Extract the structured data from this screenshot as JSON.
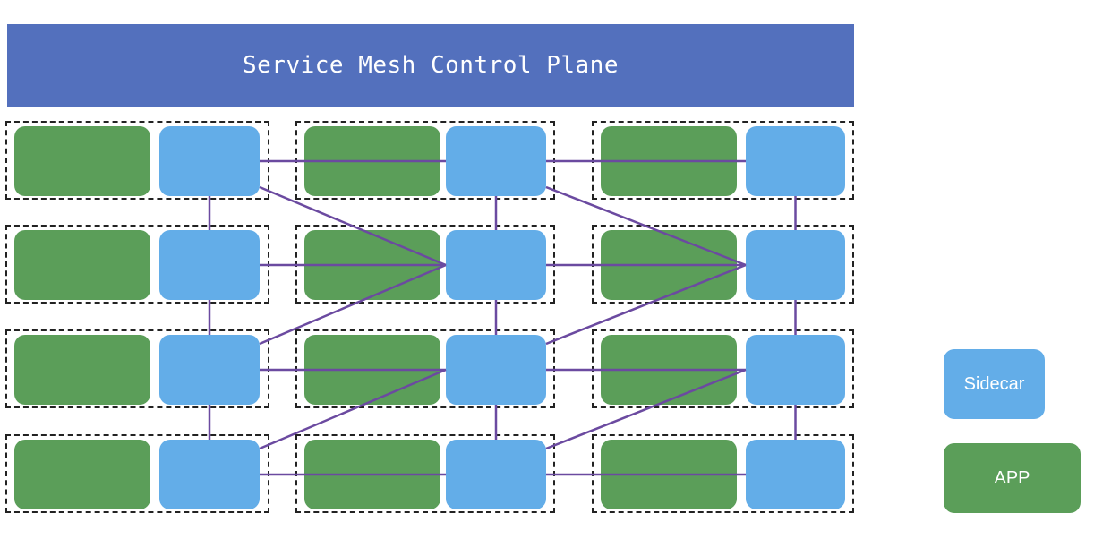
{
  "control_plane": {
    "label": "Service Mesh Control Plane"
  },
  "colors": {
    "control_plane_bg": "#5370bd",
    "control_plane_text": "#ffffff",
    "sidecar": "#63ade8",
    "app": "#5b9e59",
    "link": "#6b4aa0",
    "pod_border": "#222222"
  },
  "grid": {
    "rows": 4,
    "columns": 3
  },
  "legend": {
    "sidecar_label": "Sidecar",
    "app_label": "APP"
  }
}
